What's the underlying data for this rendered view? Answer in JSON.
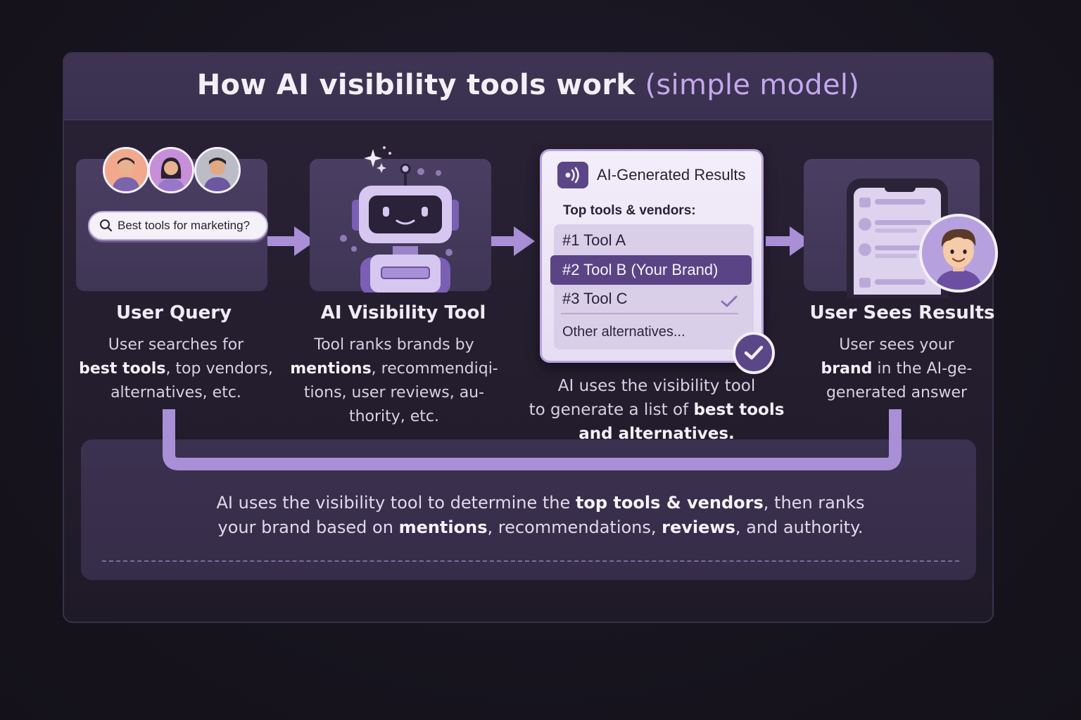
{
  "title": {
    "main": "How AI visibility tools work",
    "highlight": "(simple model)"
  },
  "steps": [
    {
      "title": "User Query",
      "desc_lines": [
        [
          {
            "t": "User searches for",
            "b": false
          }
        ],
        [
          {
            "t": "best tools",
            "b": true
          },
          {
            "t": ", top vendors,",
            "b": false
          }
        ],
        [
          {
            "t": "alternatives, etc.",
            "b": false
          }
        ]
      ],
      "search_text": "Best tools for marketing?"
    },
    {
      "title": "AI Visibility Tool",
      "desc_lines": [
        [
          {
            "t": "Tool ranks brands by",
            "b": false
          }
        ],
        [
          {
            "t": "mentions",
            "b": true
          },
          {
            "t": ", recommendiqi-",
            "b": false
          }
        ],
        [
          {
            "t": "tions, user reviews, au-",
            "b": false
          }
        ],
        [
          {
            "t": "thority, etc.",
            "b": false
          }
        ]
      ]
    },
    {
      "title": "",
      "desc_lines": [
        [
          {
            "t": "AI uses the visibility tool",
            "b": false
          }
        ],
        [
          {
            "t": "to generate a list of ",
            "b": false
          },
          {
            "t": "best tools",
            "b": true
          }
        ],
        [
          {
            "t": "and alternatives.",
            "b": true
          }
        ]
      ]
    },
    {
      "title": "User Sees Results",
      "desc_lines": [
        [
          {
            "t": "User sees your",
            "b": false
          }
        ],
        [
          {
            "t": "brand",
            "b": true
          },
          {
            "t": " in the AI-ge-",
            "b": false
          }
        ],
        [
          {
            "t": "generated answer",
            "b": false
          }
        ]
      ]
    }
  ],
  "results_card": {
    "header": "AI-Generated Results",
    "subheader": "Top tools & vendors:",
    "items": [
      "#1 Tool A",
      "#2 Tool B (Your Brand)",
      "#3 Tool C",
      "Other alternatives..."
    ],
    "highlighted_index": 1
  },
  "summary": [
    [
      {
        "t": "AI uses the visibility tool to determine the ",
        "b": false
      },
      {
        "t": "top tools & vendors",
        "b": true
      },
      {
        "t": ", then ranks",
        "b": false
      }
    ],
    [
      {
        "t": "your brand based on ",
        "b": false
      },
      {
        "t": "mentions",
        "b": true
      },
      {
        "t": ", recommendations, ",
        "b": false
      },
      {
        "t": "reviews",
        "b": true
      },
      {
        "t": ", and authority.",
        "b": false
      }
    ]
  ],
  "colors": {
    "accent": "#5a4486",
    "accent_light": "#c3a8ee",
    "arrow": "#a88fd6",
    "background": "#17141f"
  },
  "icons": [
    "search-icon",
    "robot-icon",
    "signal-icon",
    "check-icon",
    "phone-icon",
    "person-avatar-icon"
  ]
}
